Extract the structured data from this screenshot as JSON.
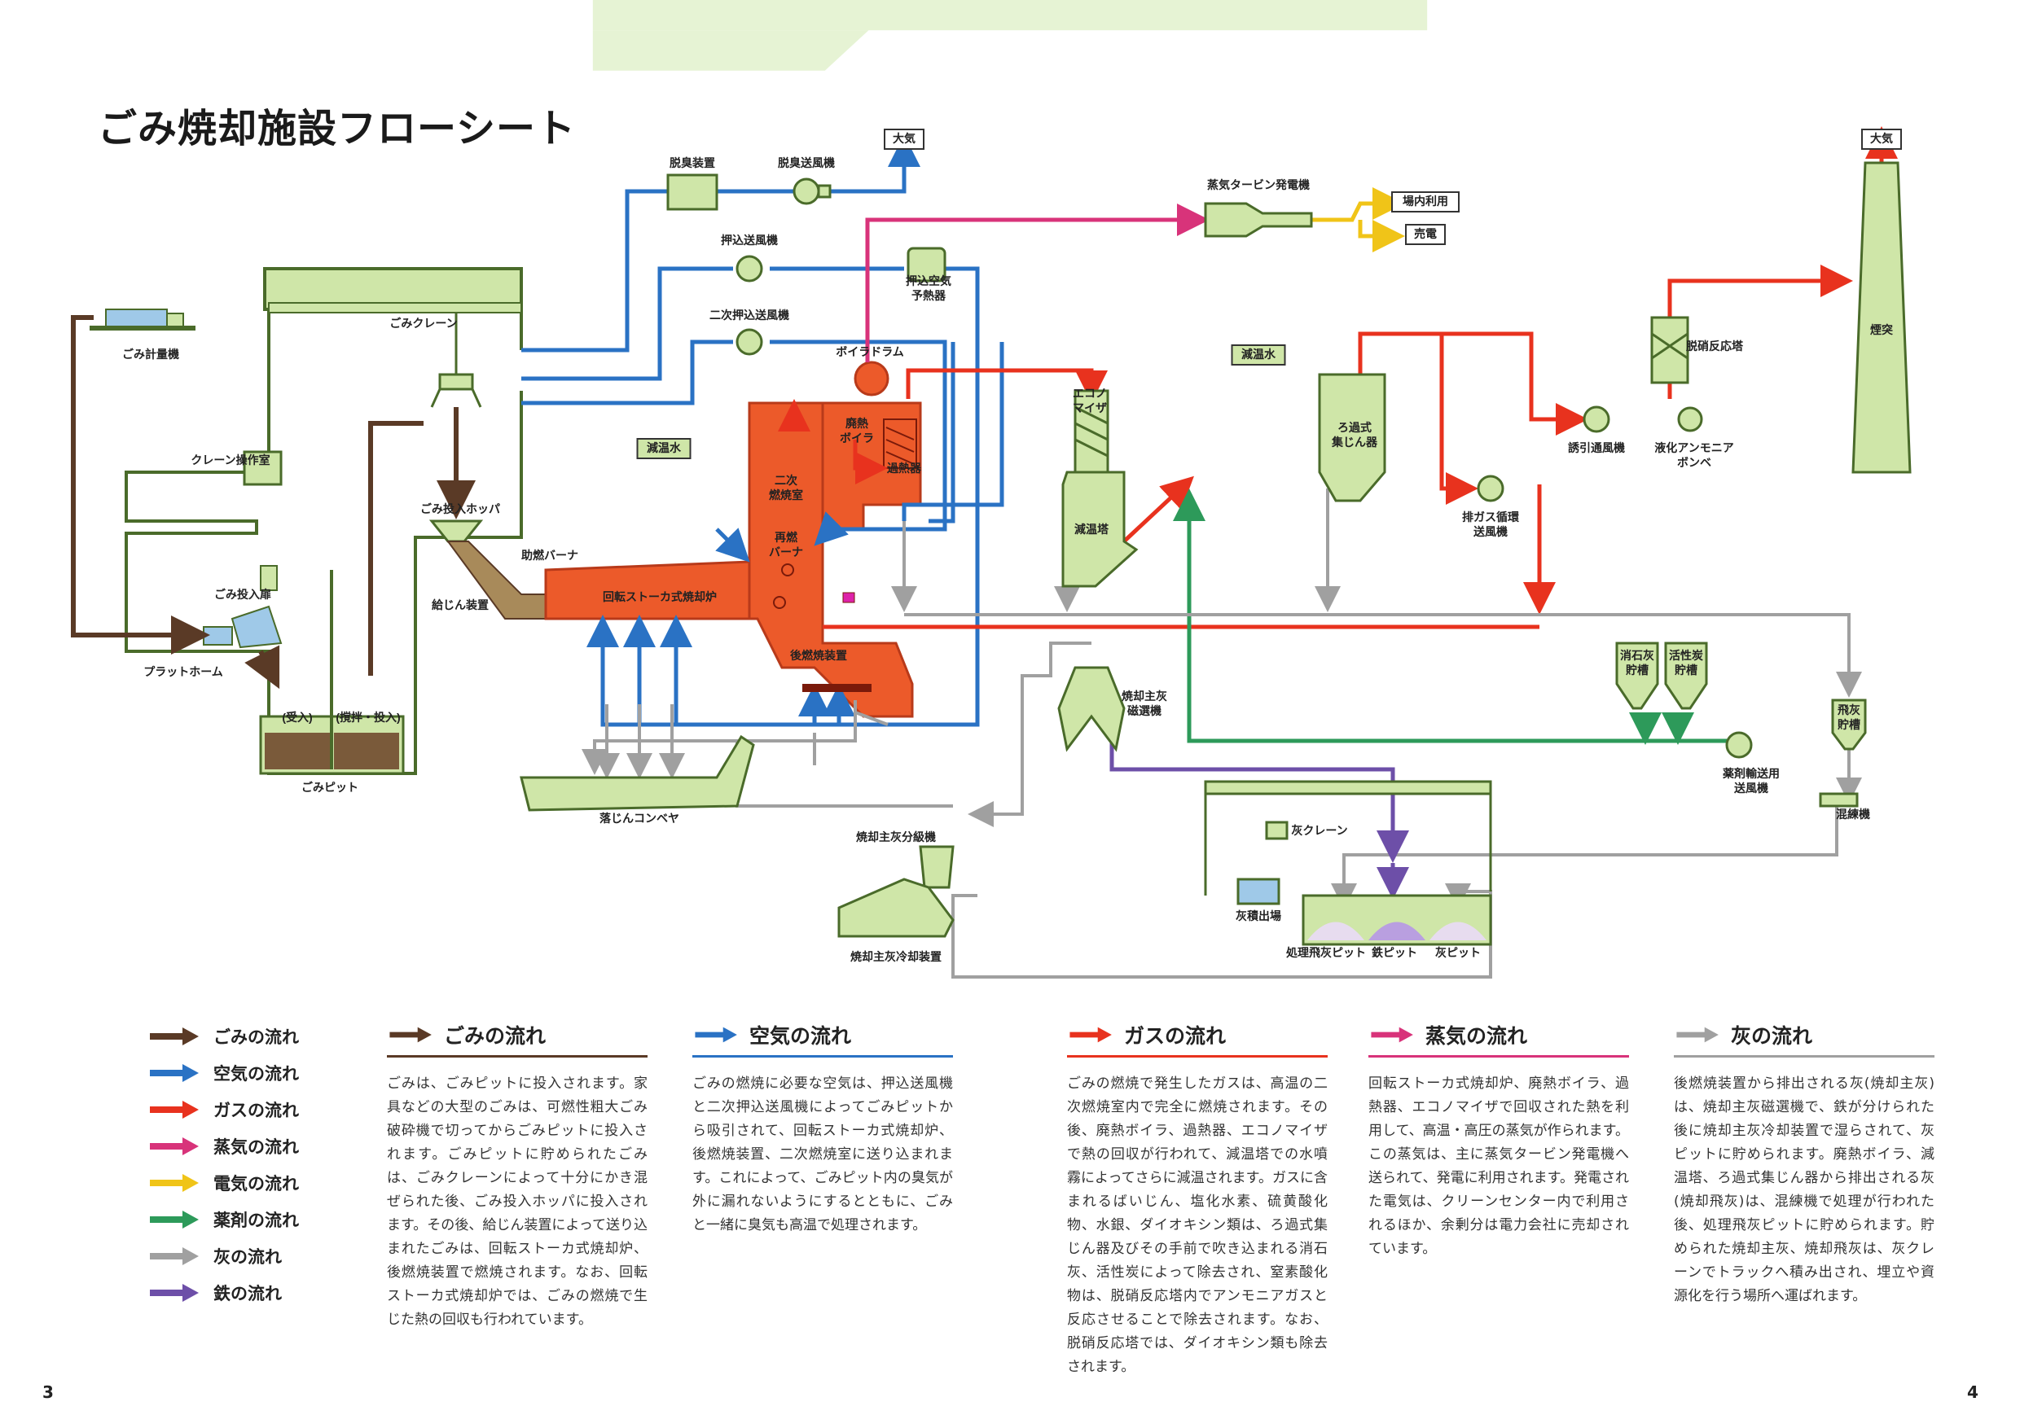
{
  "title": "ごみ焼却施設フローシート",
  "page_numbers": {
    "left": "3",
    "right": "4"
  },
  "colors": {
    "garbage": "#5a3a26",
    "air": "#2a72c4",
    "gas": "#e8321e",
    "steam": "#d8337a",
    "electric": "#f0c418",
    "chemical": "#2d9a5a",
    "ash": "#a0a0a0",
    "iron": "#6d4fa8",
    "equipment": "#cfe6a8",
    "equipment_stroke": "#4a6b2a",
    "furnace": "#ec5a2a"
  },
  "labels": {
    "atmosphere_1": "大気",
    "atmosphere_2": "大気",
    "deodorizer": "脱臭装置",
    "deodorizer_fan": "脱臭送風機",
    "steam_turbine": "蒸気タービン発電機",
    "onsite_use": "場内利用",
    "sell_power": "売電",
    "forced_fan": "押込送風機",
    "air_preheater": "押込空気\n予熱器",
    "secondary_fan": "二次押込送風機",
    "boiler_drum": "ボイラドラム",
    "crane": "ごみクレーン",
    "scale": "ごみ計量機",
    "crane_room": "クレーン操作室",
    "hopper": "ごみ投入ホッパ",
    "feed_door": "ごみ投入扉",
    "platform": "プラットホーム",
    "pit": "ごみピット",
    "pit_receive": "(受入)",
    "pit_mix": "(撹拌・投入)",
    "feeder": "給じん装置",
    "aux_burner": "助燃バーナ",
    "stoker": "回転ストーカ式焼却炉",
    "cooling_water_1": "減温水",
    "cooling_water_2": "減温水",
    "secondary_chamber": "二次\n燃焼室",
    "reburn": "再燃\nバーナ",
    "waste_boiler": "廃熱\nボイラ",
    "superheater": "過熱器",
    "economizer": "エコノ\nマイザ",
    "cooling_tower": "減温塔",
    "after_burner": "後燃焼装置",
    "bag_filter": "ろ過式\n集じん器",
    "denox": "脱硝反応塔",
    "id_fan": "誘引通風機",
    "ammonia": "液化アンモニア\nボンベ",
    "chimney": "煙突",
    "recirc_fan": "排ガス循環\n送風機",
    "lime_tank": "消石灰\n貯槽",
    "carbon_tank": "活性炭\n貯槽",
    "fly_ash_tank": "飛灰\n貯槽",
    "chem_fan": "薬剤輸送用\n送風機",
    "kneader": "混練機",
    "magnet": "焼却主灰\n磁選機",
    "conveyor": "落じんコンベヤ",
    "ash_classifier": "焼却主灰分級機",
    "ash_cooler": "焼却主灰冷却装置",
    "ash_crane": "灰クレーン",
    "ash_out": "灰積出場",
    "fly_ash_pit": "処理飛灰ピット",
    "iron_pit": "鉄ピット",
    "ash_pit": "灰ピット"
  },
  "legend": [
    {
      "label": "ごみの流れ",
      "color": "#5a3a26"
    },
    {
      "label": "空気の流れ",
      "color": "#2a72c4"
    },
    {
      "label": "ガスの流れ",
      "color": "#e8321e"
    },
    {
      "label": "蒸気の流れ",
      "color": "#d8337a"
    },
    {
      "label": "電気の流れ",
      "color": "#f0c418"
    },
    {
      "label": "薬剤の流れ",
      "color": "#2d9a5a"
    },
    {
      "label": "灰の流れ",
      "color": "#a0a0a0"
    },
    {
      "label": "鉄の流れ",
      "color": "#6d4fa8"
    }
  ],
  "descriptions": [
    {
      "title": "ごみの流れ",
      "color": "#5a3a26",
      "text": "ごみは、ごみピットに投入されます。家具などの大型のごみは、可燃性粗大ごみ破砕機で切ってからごみピットに投入されます。ごみピットに貯められたごみは、ごみクレーンによって十分にかき混ぜられた後、ごみ投入ホッパに投入されます。その後、給じん装置によって送り込まれたごみは、回転ストーカ式焼却炉、後燃焼装置で燃焼されます。なお、回転ストーカ式焼却炉では、ごみの燃焼で生じた熱の回収も行われています。"
    },
    {
      "title": "空気の流れ",
      "color": "#2a72c4",
      "text": "ごみの燃焼に必要な空気は、押込送風機と二次押込送風機によってごみピットから吸引されて、回転ストーカ式焼却炉、後燃焼装置、二次燃焼室に送り込まれます。これによって、ごみピット内の臭気が外に漏れないようにするとともに、ごみと一緒に臭気も高温で処理されます。"
    },
    {
      "title": "ガスの流れ",
      "color": "#e8321e",
      "text": "ごみの燃焼で発生したガスは、高温の二次燃焼室内で完全に燃焼されます。その後、廃熱ボイラ、過熱器、エコノマイザで熱の回収が行われて、減温塔での水噴霧によってさらに減温されます。ガスに含まれるばいじん、塩化水素、硫黄酸化物、水銀、ダイオキシン類は、ろ過式集じん器及びその手前で吹き込まれる消石灰、活性炭によって除去され、窒素酸化物は、脱硝反応塔内でアンモニアガスと反応させることで除去されます。なお、脱硝反応塔では、ダイオキシン類も除去されます。"
    },
    {
      "title": "蒸気の流れ",
      "color": "#d8337a",
      "text": "回転ストーカ式焼却炉、廃熱ボイラ、過熱器、エコノマイザで回収された熱を利用して、高温・高圧の蒸気が作られます。この蒸気は、主に蒸気タービン発電機へ送られて、発電に利用されます。発電された電気は、クリーンセンター内で利用されるほか、余剰分は電力会社に売却されています。"
    },
    {
      "title": "灰の流れ",
      "color": "#a0a0a0",
      "text": "後燃焼装置から排出される灰(焼却主灰)は、焼却主灰磁選機で、鉄が分けられた後に焼却主灰冷却装置で湿らされて、灰ピットに貯められます。廃熱ボイラ、減温塔、ろ過式集じん器から排出される灰(焼却飛灰)は、混練機で処理が行われた後、処理飛灰ピットに貯められます。貯められた焼却主灰、焼却飛灰は、灰クレーンでトラックへ積み出され、埋立や資源化を行う場所へ運ばれます。"
    }
  ]
}
